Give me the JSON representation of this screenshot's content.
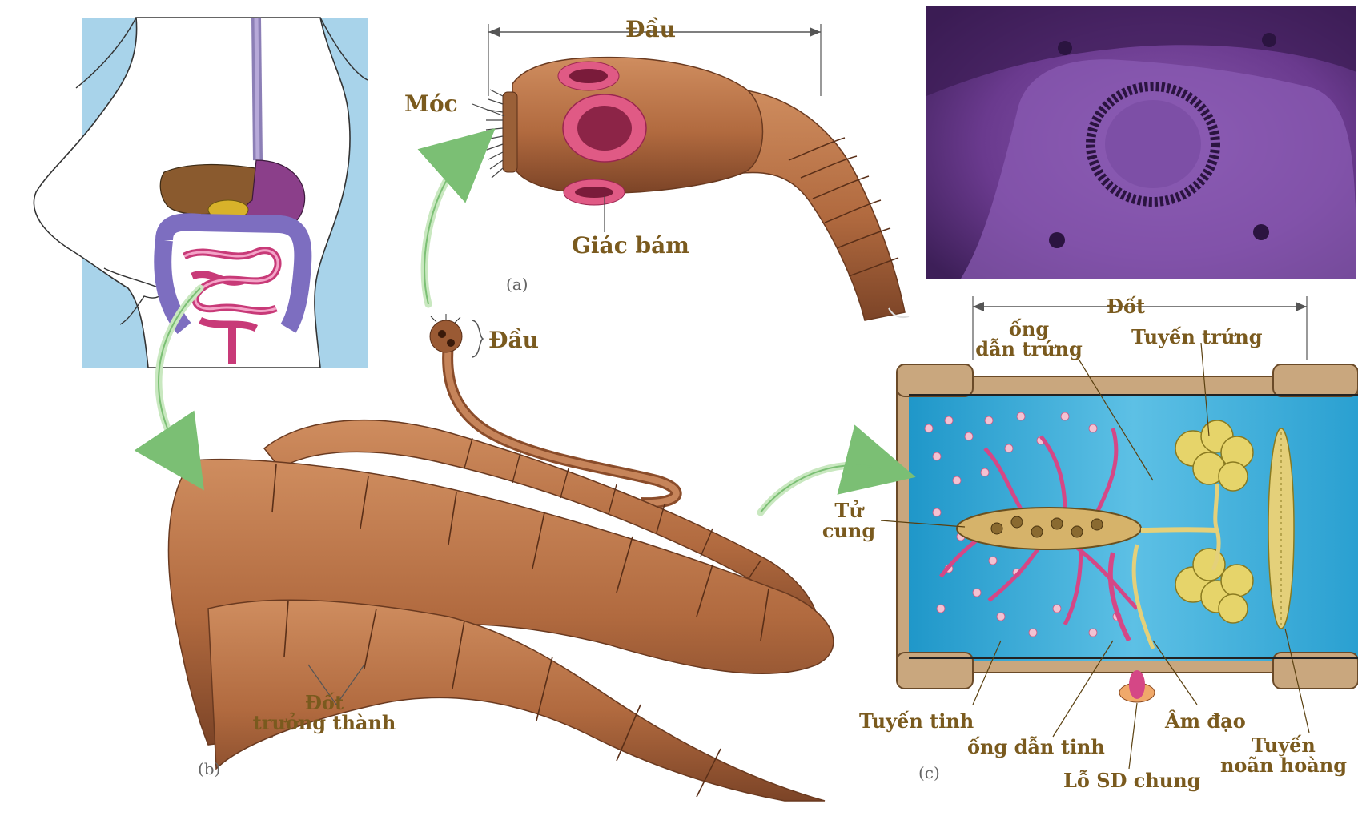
{
  "panels": {
    "a": "(a)",
    "b": "(b)",
    "c": "(c)"
  },
  "labels": {
    "head_top": "Đầu",
    "hooks": "Móc",
    "suckers": "Giác bám",
    "head_small": "Đầu",
    "segment_mature": [
      "Đốt",
      "trưởng thành"
    ],
    "segment": "Đốt",
    "oviduct": [
      "ống",
      "dẫn trứng"
    ],
    "ovary": "Tuyến trứng",
    "uterus": [
      "Tử",
      "cung"
    ],
    "testis": "Tuyến tinh",
    "vas_deferens": "ống dẫn tinh",
    "genital_pore": "Lỗ SD chung",
    "vagina": "Âm đạo",
    "vitelline": [
      "Tuyến",
      "noãn hoàng"
    ]
  },
  "colors": {
    "label": "#7a5a1e",
    "worm": "#b87447",
    "worm_dark": "#7d4526",
    "sucker": "#e0507a",
    "segment_bg": "#4fb2d8",
    "photo": "#5a2f74",
    "arrow": "#bfe2b6"
  }
}
